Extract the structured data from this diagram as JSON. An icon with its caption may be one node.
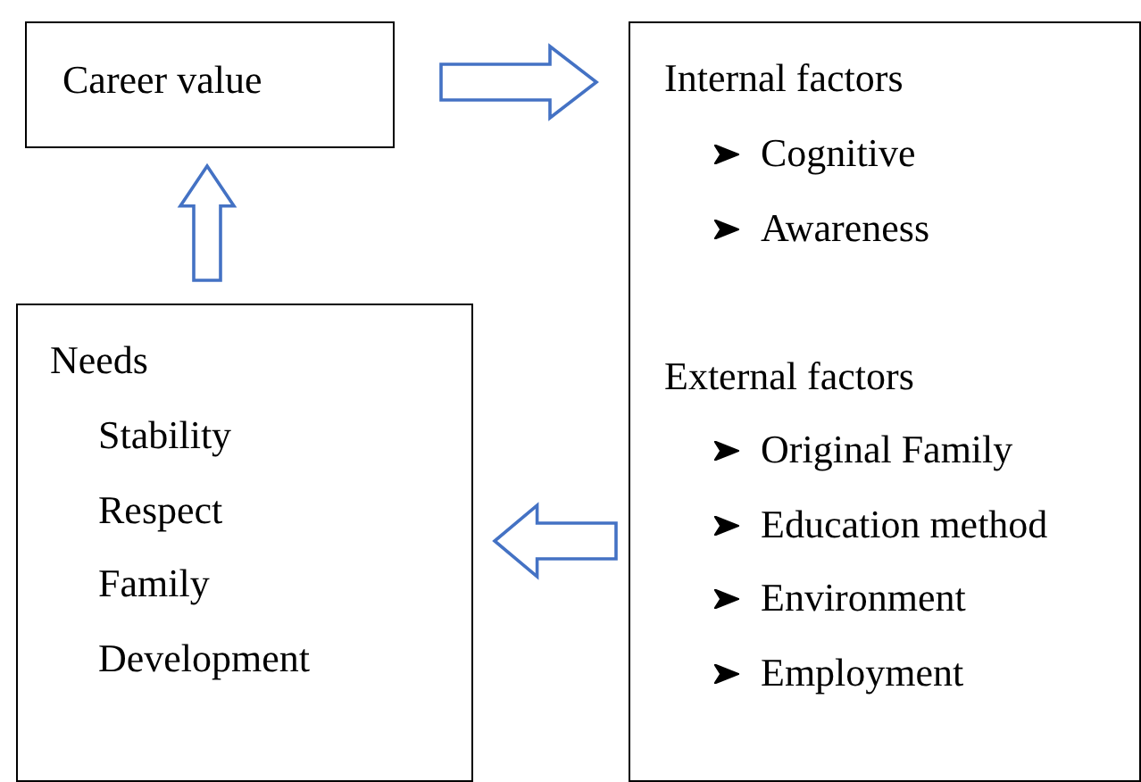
{
  "diagram": {
    "nodes": [
      {
        "text": [
          "Career value"
        ]
      },
      {
        "text": [
          "Internal factors",
          "Cognitive",
          "Awareness",
          "External factors",
          "Original Family",
          "Education method",
          "Environment",
          "Employment"
        ]
      },
      {
        "text": [
          "Needs",
          "Stability",
          "Respect",
          "Family",
          "Development"
        ]
      }
    ],
    "edges": [
      {
        "from": 0,
        "to": 1,
        "arrow": "to"
      },
      {
        "from": 1,
        "to": 2,
        "arrow": "to"
      },
      {
        "from": 2,
        "to": 0,
        "arrow": "to"
      }
    ]
  }
}
